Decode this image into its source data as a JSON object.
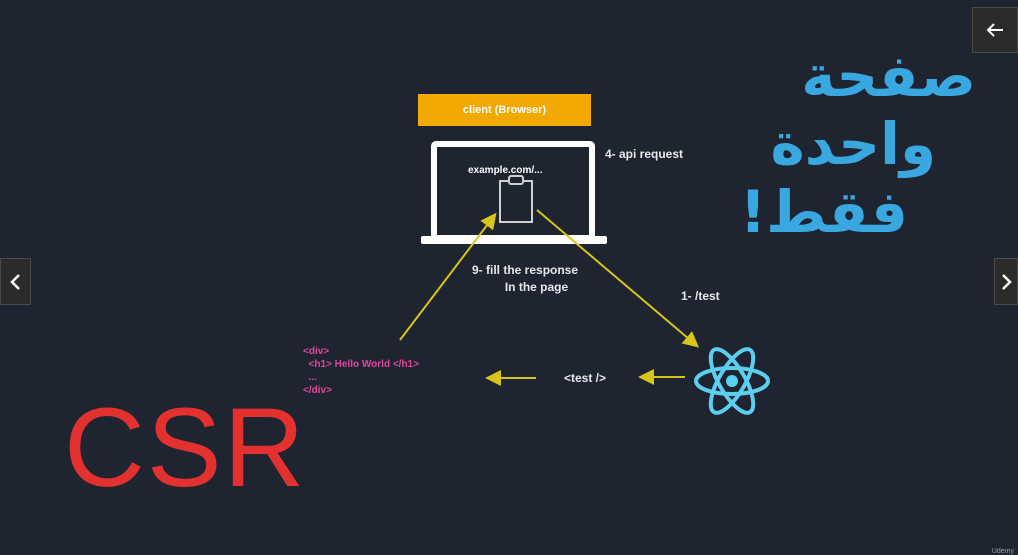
{
  "slide": {
    "client_bar_label": "client (Browser)",
    "browser_url": "example.com/...",
    "api_request_label": "4- api request",
    "fill_response_line1": "9- fill the response",
    "fill_response_line2": "In the page",
    "test_route_label": "1- /test",
    "component_label": "<test />",
    "arabic_line1": "صفحة",
    "arabic_line2": "واحدة",
    "arabic_line3": "فقط!",
    "csr_title": "CSR",
    "code": [
      "<div>",
      "  <h1> Hello World </h1>",
      "  ...",
      "</div>"
    ]
  },
  "footer": {
    "watermark": "Udemy"
  },
  "icons": {
    "back": "arrow-left-icon",
    "prev": "chevron-left-icon",
    "next": "chevron-right-icon",
    "react": "react-atom-icon",
    "clipboard": "clipboard-icon",
    "laptop": "laptop-icon"
  },
  "colors": {
    "background": "#1f2431",
    "client_bar": "#f1a800",
    "arrows": "#d8c51b",
    "react": "#5ccfee",
    "arabic": "#39a8e0",
    "code": "#e0479e",
    "csr": "#e2312e"
  }
}
